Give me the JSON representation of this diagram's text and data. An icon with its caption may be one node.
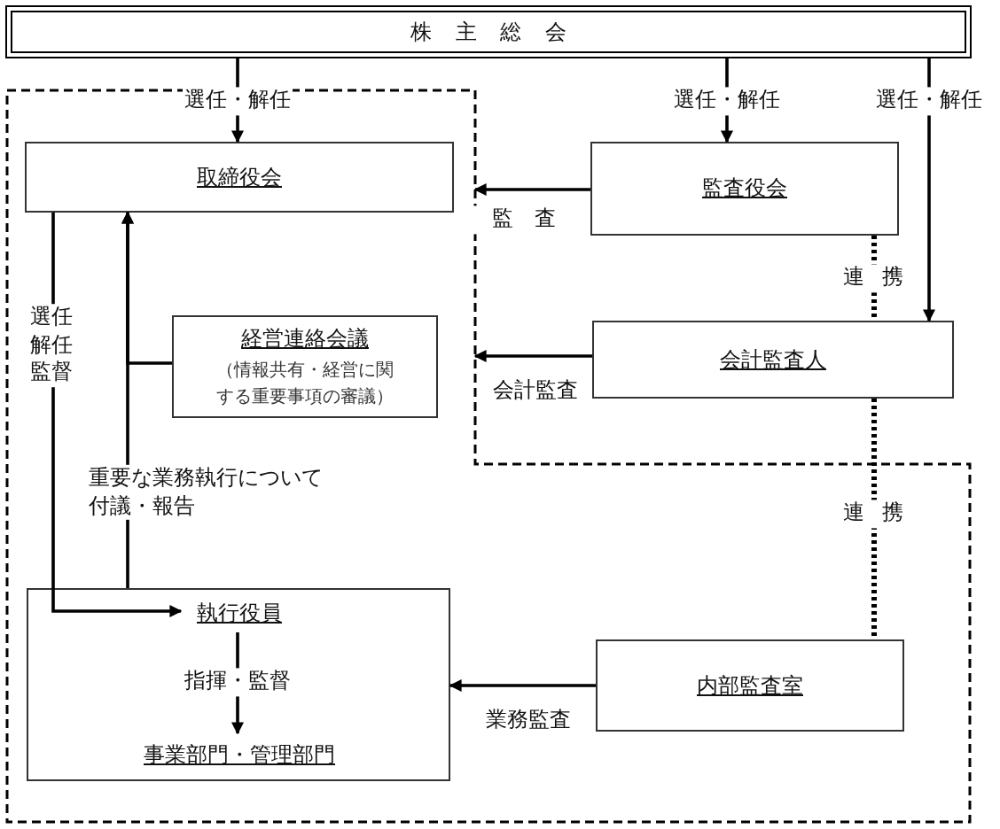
{
  "diagram": {
    "nodes": [
      {
        "text": [
          "株主総会"
        ]
      },
      {
        "text": [],
        "shape": "polygon"
      },
      {
        "text": [
          "取締役会"
        ],
        "in": 1
      },
      {
        "text": [
          "経営連絡会議",
          "（情報共有・経営に関する重要事項の審議）"
        ],
        "in": 1
      },
      {
        "text": [],
        "shape": "box",
        "in": 1
      },
      {
        "text": [
          "執行役員"
        ],
        "in": 4
      },
      {
        "text": [
          "事業部門・管理部門"
        ],
        "in": 4
      },
      {
        "text": [
          "監査役会"
        ]
      },
      {
        "text": [
          "会計監査人"
        ]
      },
      {
        "text": [
          "内部監査室"
        ],
        "in": 1
      }
    ],
    "edges": [
      {
        "from": 0,
        "to": 2,
        "arrow": "to",
        "label": "選任・解任"
      },
      {
        "from": 0,
        "to": 7,
        "arrow": "to",
        "label": "選任・解任"
      },
      {
        "from": 0,
        "to": 8,
        "arrow": "to",
        "label": "選任・解任"
      },
      {
        "from": 7,
        "to": 1,
        "arrow": "to",
        "label": "監査"
      },
      {
        "from": 7,
        "to": 8,
        "arrow": "none",
        "label": "連携",
        "style": "dashed"
      },
      {
        "from": 8,
        "to": 1,
        "arrow": "to",
        "label": "会計監査"
      },
      {
        "from": 2,
        "to": 5,
        "arrow": "to",
        "label": "選任解任監督"
      },
      {
        "from": 4,
        "to": 2,
        "arrow": "to",
        "label": "重要な業務執行について付議・報告"
      },
      {
        "from": 3,
        "to": 2,
        "arrow": "to"
      },
      {
        "from": 8,
        "to": 9,
        "arrow": "none",
        "label": "連携",
        "style": "dashed"
      },
      {
        "from": 5,
        "to": 6,
        "arrow": "to",
        "label": "指揮・監督"
      },
      {
        "from": 9,
        "to": 4,
        "arrow": "to",
        "label": "業務監査"
      }
    ]
  }
}
